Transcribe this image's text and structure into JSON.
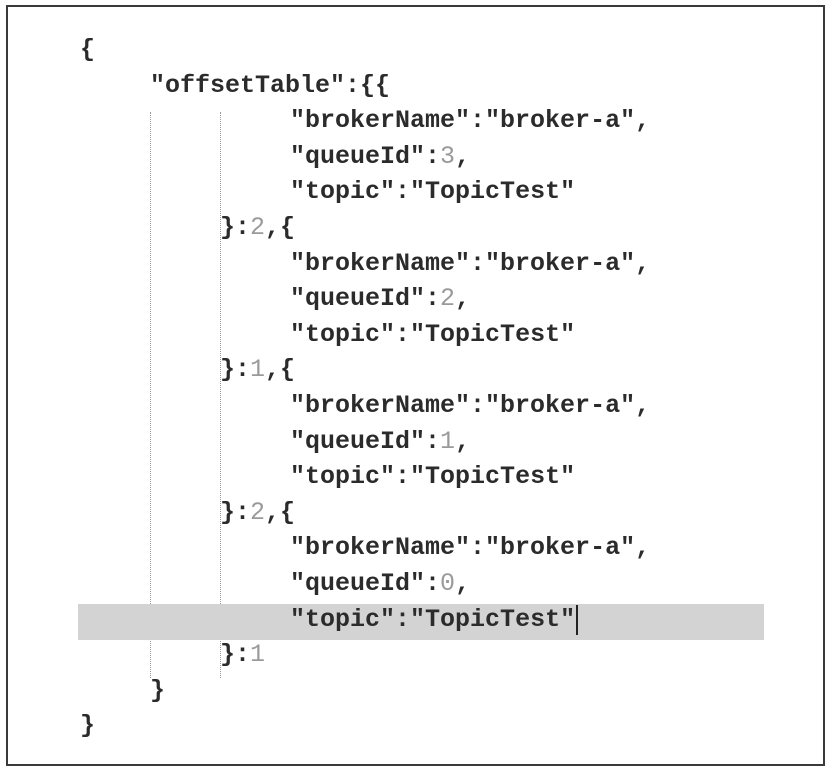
{
  "editor": {
    "lines": [
      {
        "indent": 0,
        "parts": [
          {
            "t": "{",
            "k": "p"
          }
        ]
      },
      {
        "indent": 1,
        "parts": [
          {
            "t": "\"offsetTable\"",
            "k": "s"
          },
          {
            "t": ":{{",
            "k": "p"
          }
        ]
      },
      {
        "indent": 3,
        "parts": [
          {
            "t": "\"brokerName\"",
            "k": "s"
          },
          {
            "t": ":",
            "k": "p"
          },
          {
            "t": "\"broker-a\"",
            "k": "s"
          },
          {
            "t": ",",
            "k": "p"
          }
        ]
      },
      {
        "indent": 3,
        "parts": [
          {
            "t": "\"queueId\"",
            "k": "s"
          },
          {
            "t": ":",
            "k": "p"
          },
          {
            "t": "3",
            "k": "n"
          },
          {
            "t": ",",
            "k": "p"
          }
        ]
      },
      {
        "indent": 3,
        "parts": [
          {
            "t": "\"topic\"",
            "k": "s"
          },
          {
            "t": ":",
            "k": "p"
          },
          {
            "t": "\"TopicTest\"",
            "k": "s"
          }
        ]
      },
      {
        "indent": 2,
        "parts": [
          {
            "t": "}:",
            "k": "p"
          },
          {
            "t": "2",
            "k": "n"
          },
          {
            "t": ",{",
            "k": "p"
          }
        ]
      },
      {
        "indent": 3,
        "parts": [
          {
            "t": "\"brokerName\"",
            "k": "s"
          },
          {
            "t": ":",
            "k": "p"
          },
          {
            "t": "\"broker-a\"",
            "k": "s"
          },
          {
            "t": ",",
            "k": "p"
          }
        ]
      },
      {
        "indent": 3,
        "parts": [
          {
            "t": "\"queueId\"",
            "k": "s"
          },
          {
            "t": ":",
            "k": "p"
          },
          {
            "t": "2",
            "k": "n"
          },
          {
            "t": ",",
            "k": "p"
          }
        ]
      },
      {
        "indent": 3,
        "parts": [
          {
            "t": "\"topic\"",
            "k": "s"
          },
          {
            "t": ":",
            "k": "p"
          },
          {
            "t": "\"TopicTest\"",
            "k": "s"
          }
        ]
      },
      {
        "indent": 2,
        "parts": [
          {
            "t": "}:",
            "k": "p"
          },
          {
            "t": "1",
            "k": "n"
          },
          {
            "t": ",{",
            "k": "p"
          }
        ]
      },
      {
        "indent": 3,
        "parts": [
          {
            "t": "\"brokerName\"",
            "k": "s"
          },
          {
            "t": ":",
            "k": "p"
          },
          {
            "t": "\"broker-a\"",
            "k": "s"
          },
          {
            "t": ",",
            "k": "p"
          }
        ]
      },
      {
        "indent": 3,
        "parts": [
          {
            "t": "\"queueId\"",
            "k": "s"
          },
          {
            "t": ":",
            "k": "p"
          },
          {
            "t": "1",
            "k": "n"
          },
          {
            "t": ",",
            "k": "p"
          }
        ]
      },
      {
        "indent": 3,
        "parts": [
          {
            "t": "\"topic\"",
            "k": "s"
          },
          {
            "t": ":",
            "k": "p"
          },
          {
            "t": "\"TopicTest\"",
            "k": "s"
          }
        ]
      },
      {
        "indent": 2,
        "parts": [
          {
            "t": "}:",
            "k": "p"
          },
          {
            "t": "2",
            "k": "n"
          },
          {
            "t": ",{",
            "k": "p"
          }
        ]
      },
      {
        "indent": 3,
        "parts": [
          {
            "t": "\"brokerName\"",
            "k": "s"
          },
          {
            "t": ":",
            "k": "p"
          },
          {
            "t": "\"broker-a\"",
            "k": "s"
          },
          {
            "t": ",",
            "k": "p"
          }
        ]
      },
      {
        "indent": 3,
        "parts": [
          {
            "t": "\"queueId\"",
            "k": "s"
          },
          {
            "t": ":",
            "k": "p"
          },
          {
            "t": "0",
            "k": "n"
          },
          {
            "t": ",",
            "k": "p"
          }
        ]
      },
      {
        "indent": 3,
        "parts": [
          {
            "t": "\"topic\"",
            "k": "s"
          },
          {
            "t": ":",
            "k": "p"
          },
          {
            "t": "\"TopicTest\"",
            "k": "s"
          }
        ],
        "current": true
      },
      {
        "indent": 2,
        "parts": [
          {
            "t": "}:",
            "k": "p"
          },
          {
            "t": "1",
            "k": "n"
          }
        ]
      },
      {
        "indent": 1,
        "parts": [
          {
            "t": "}",
            "k": "p"
          }
        ]
      },
      {
        "indent": 0,
        "parts": [
          {
            "t": "}",
            "k": "p"
          }
        ]
      }
    ]
  },
  "colors": {
    "text": "#2b2b2b",
    "number": "#9a9a9a",
    "current_line": "#d3d3d3",
    "border": "#3a3a3a"
  }
}
